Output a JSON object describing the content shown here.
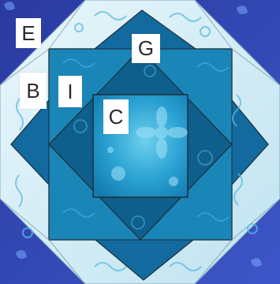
{
  "labels": {
    "E": "E",
    "G": "G",
    "B": "B",
    "I": "I",
    "C": "C"
  },
  "colors": {
    "border_navy": "#2a3a9a",
    "border_light": "#cde7f0",
    "frame_dark": "#0f4f78",
    "center_teal": "#1f9ac6",
    "accent_teal": "#2c8fbe",
    "seam": "#2a2f3a"
  }
}
